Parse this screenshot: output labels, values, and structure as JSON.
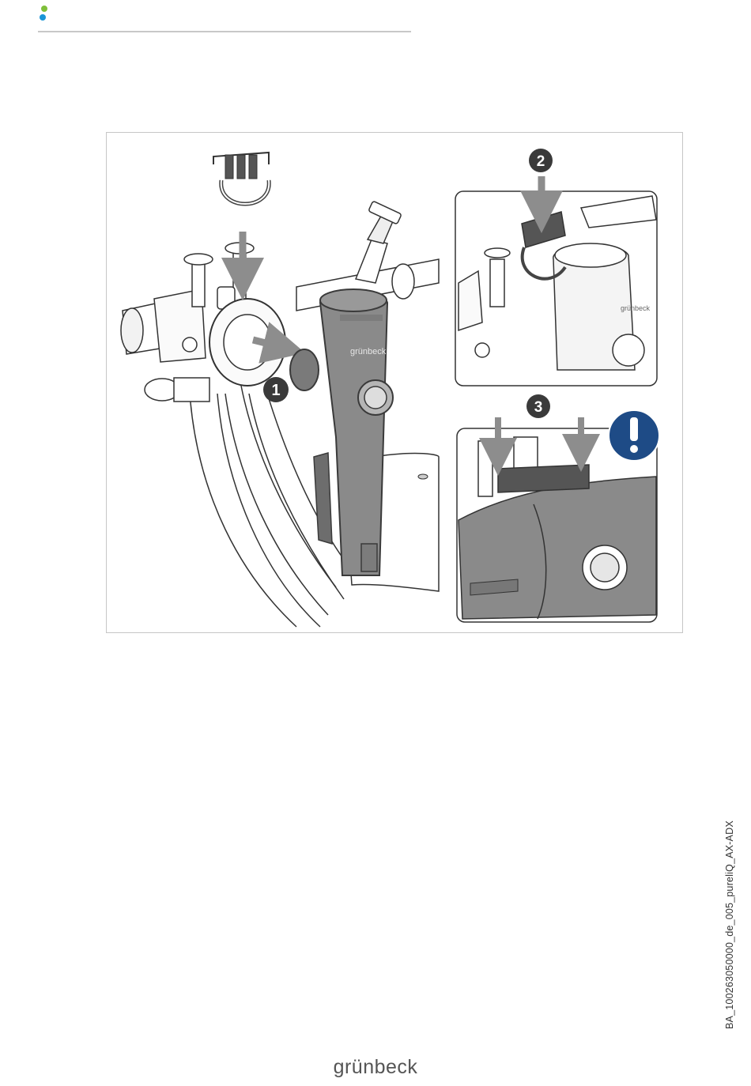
{
  "page": {
    "brand_colors": {
      "green": "#7fbf3a",
      "blue": "#1a95d6",
      "navy": "#1e4b86"
    }
  },
  "figure": {
    "callouts": [
      {
        "label": "1"
      },
      {
        "label": "2"
      },
      {
        "label": "3"
      }
    ],
    "housing_brand": "grünbeck",
    "inset_brand": "grünbeck",
    "warning_icon": "exclamation-circle-icon"
  },
  "side_reference": "BA_100263050000_de_005_pureliQ_AX-ADX",
  "footer": {
    "logo_text": "grünbeck"
  }
}
